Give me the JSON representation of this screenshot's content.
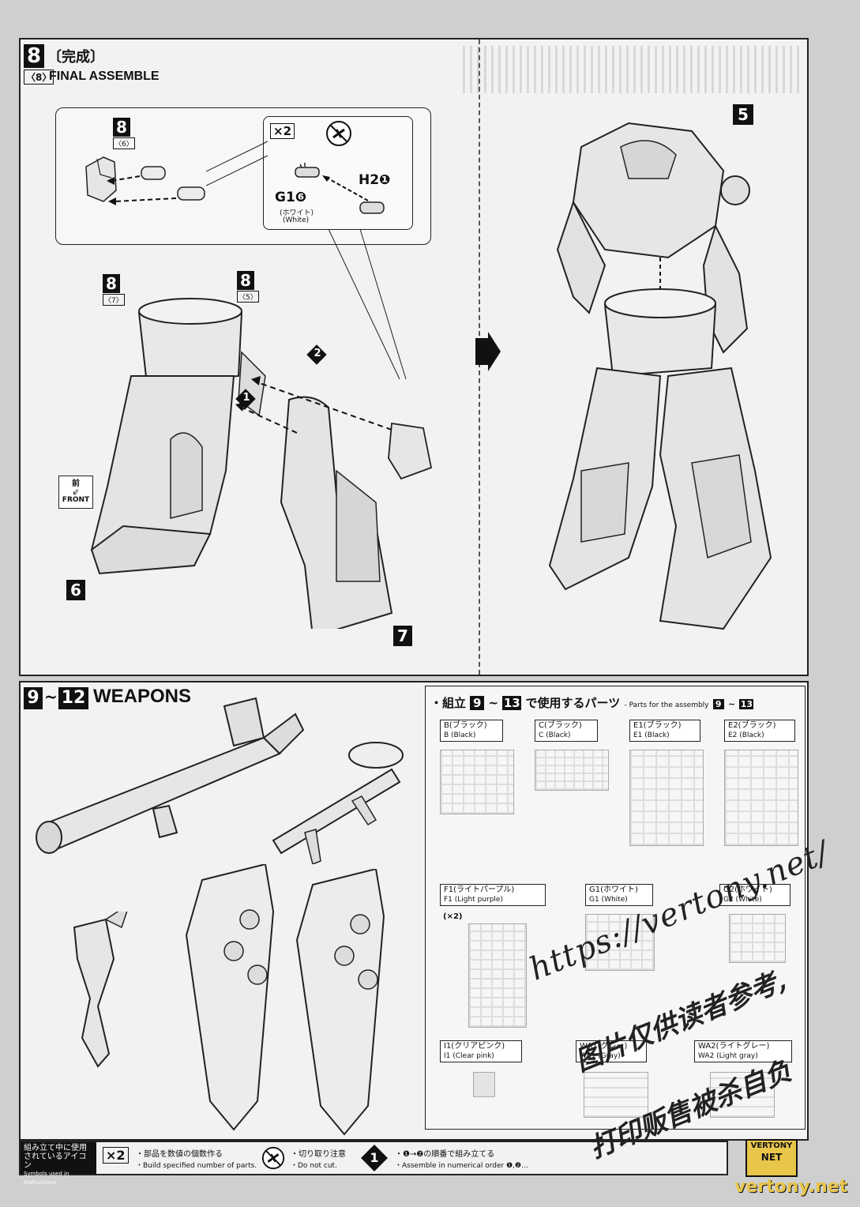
{
  "step8": {
    "number": "8",
    "title_jp": "〔完成〕",
    "sub_number": "〈8〉",
    "title_en": "FINAL ASSEMBLE",
    "callout": {
      "ref_number": "8",
      "ref_sub": "〈6〉",
      "multiplier": "×2",
      "part_h2": "H2❶",
      "part_g1": "G1❻",
      "color_jp": "(ホワイト)",
      "color_en": "(White)"
    },
    "ref_left": {
      "number": "8",
      "sub": "〈7〉"
    },
    "ref_right": {
      "number": "8",
      "sub": "〈5〉"
    },
    "order_1": "1",
    "order_2": "2",
    "front_jp": "前",
    "front_en": "FRONT",
    "leg_6": "6",
    "leg_7": "7",
    "upper_5": "5"
  },
  "weapons": {
    "from": "9",
    "to": "12",
    "tilde": "~",
    "title": "WEAPONS"
  },
  "parts": {
    "header_jp_pre": "・組立",
    "header_from": "9",
    "header_tilde": "~",
    "header_to": "13",
    "header_jp_post": "で使用するパーツ",
    "header_en": "- Parts for the assembly",
    "runners": [
      {
        "jp": "B(ブラック)",
        "en": "B (Black)"
      },
      {
        "jp": "C(ブラック)",
        "en": "C (Black)"
      },
      {
        "jp": "E1(ブラック)",
        "en": "E1 (Black)"
      },
      {
        "jp": "E2(ブラック)",
        "en": "E2 (Black)"
      },
      {
        "jp": "F1(ライトパープル)",
        "en": "F1 (Light purple)"
      },
      {
        "jp": "G1(ホワイト)",
        "en": "G1 (White)"
      },
      {
        "jp": "G2(ホワイト)",
        "en": "G2 (White)"
      },
      {
        "jp": "I1(クリアピンク)",
        "en": "I1 (Clear pink)"
      },
      {
        "jp": "WA1(グレー)",
        "en": "WA1 (Gray)"
      },
      {
        "jp": "WA2(ライトグレー)",
        "en": "WA2 (Light gray)"
      }
    ],
    "f1_count": "(×2)"
  },
  "legend": {
    "title_jp_1": "組み立て中に使用",
    "title_jp_2": "されているアイコン",
    "title_en": "Symbols used in instructions",
    "item1_icon": "×2",
    "item1_jp": "・部品を数値の個数作る",
    "item1_en": "・Build specified number of parts.",
    "item2_jp": "・切り取り注意",
    "item2_en": "・Do not cut.",
    "item3_icon": "1",
    "item3_jp": "・❶→❷の順番で組み立てる",
    "item3_en": "・Assemble in numerical order ❶,❷..."
  },
  "watermark": {
    "url": "https://vertony.net/",
    "cn_line1": "图片仅供读者参考,",
    "cn_line2": "打印贩售被杀自负",
    "logo_top": "VERTONY",
    "logo_mid": "NET",
    "bottom": "vertony.net"
  }
}
